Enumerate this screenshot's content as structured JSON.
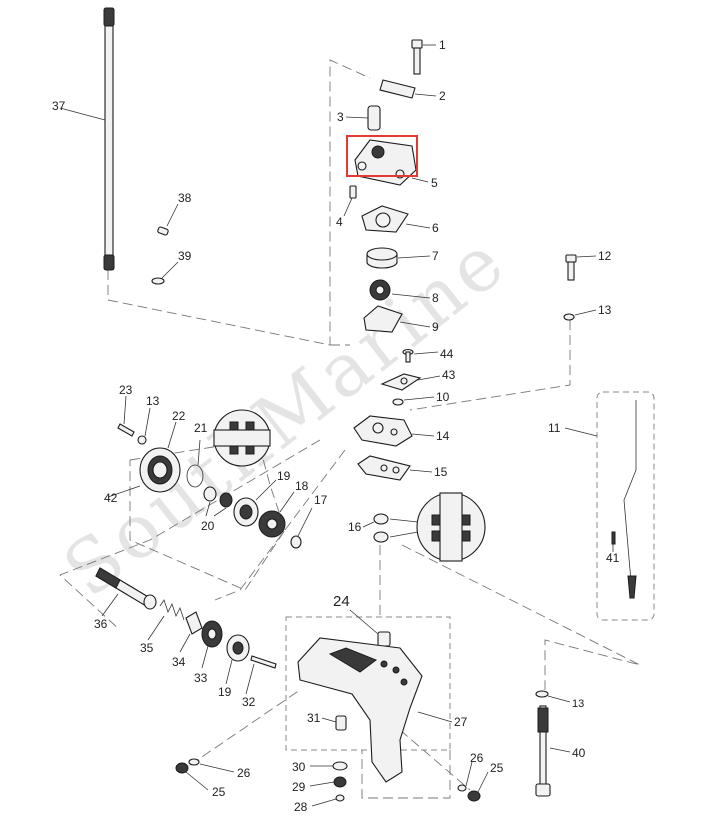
{
  "watermark": "SouthMarine",
  "highlight_color": "#e53935",
  "labels": {
    "l1": "1",
    "l2": "2",
    "l3": "3",
    "l4": "4",
    "l5": "5",
    "l6": "6",
    "l7": "7",
    "l8": "8",
    "l9": "9",
    "l10": "10",
    "l11": "11",
    "l12": "12",
    "l13a": "13",
    "l13b": "13",
    "l13c": "13",
    "l14": "14",
    "l15": "15",
    "l16": "16",
    "l17": "17",
    "l18": "18",
    "l19a": "19",
    "l19b": "19",
    "l20": "20",
    "l21": "21",
    "l22": "22",
    "l23": "23",
    "l24": "24",
    "l25a": "25",
    "l25b": "25",
    "l26a": "26",
    "l26b": "26",
    "l27": "27",
    "l28": "28",
    "l29": "29",
    "l30": "30",
    "l31": "31",
    "l32": "32",
    "l33": "33",
    "l34": "34",
    "l35": "35",
    "l36": "36",
    "l37": "37",
    "l38": "38",
    "l39": "39",
    "l40": "40",
    "l41": "41",
    "l42": "42",
    "l43": "43",
    "l44": "44"
  }
}
